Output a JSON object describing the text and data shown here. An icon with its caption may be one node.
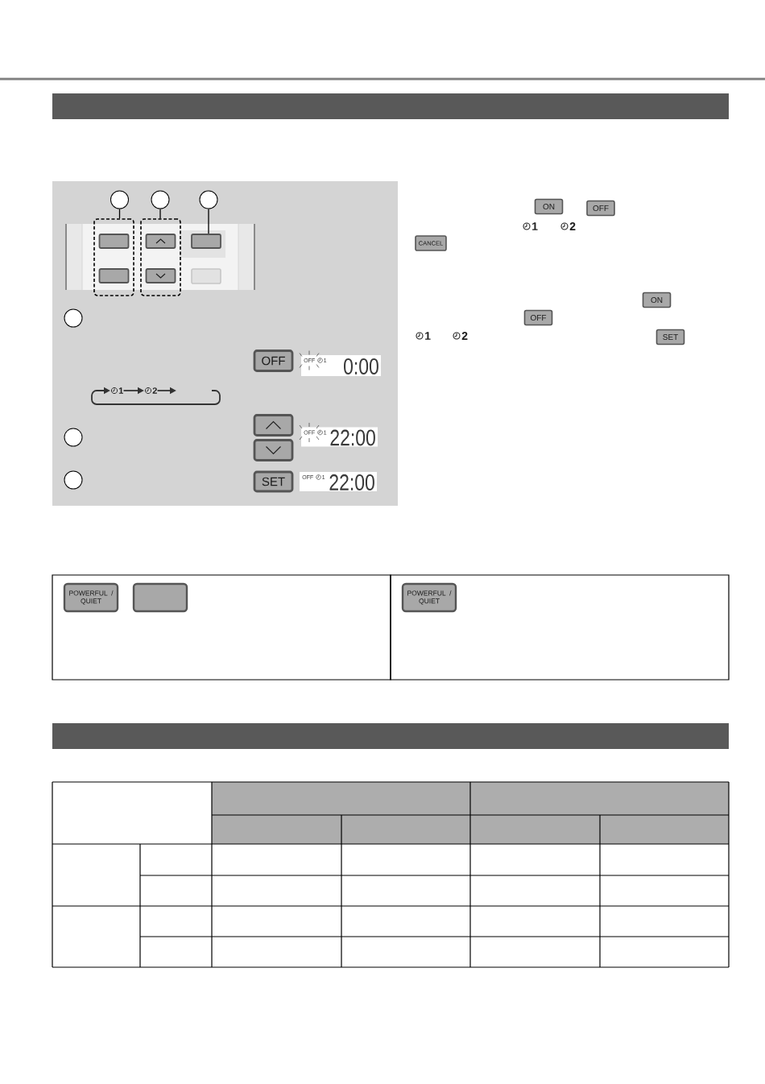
{
  "diagram": {
    "nodes": [
      {
        "text": [],
        "shape": "bar"
      },
      {
        "text": [],
        "shape": "circle"
      },
      {
        "text": [],
        "shape": "circle"
      },
      {
        "text": [],
        "shape": "circle"
      },
      {
        "text": [],
        "shape": "box"
      },
      {
        "text": [],
        "shape": "box",
        "in": 4
      },
      {
        "text": [],
        "shape": "box",
        "in": 4
      },
      {
        "text": [],
        "shape": "box"
      },
      {
        "text": [],
        "shape": "box",
        "in": 7
      },
      {
        "text": [],
        "shape": "box",
        "in": 7
      },
      {
        "text": [],
        "shape": "box"
      },
      {
        "text": [],
        "shape": "box"
      },
      {
        "text": [],
        "shape": "circle"
      },
      {
        "text": [
          "OFF"
        ]
      },
      {
        "text": [
          "OFF",
          "1",
          "0:00"
        ]
      },
      {
        "text": [
          "1"
        ]
      },
      {
        "text": [
          "2"
        ]
      },
      {
        "text": [],
        "shape": "circle"
      },
      {
        "text": [],
        "shape": "box"
      },
      {
        "text": [],
        "shape": "box"
      },
      {
        "text": [
          "OFF",
          "1",
          "22:00"
        ]
      },
      {
        "text": [],
        "shape": "circle"
      },
      {
        "text": [
          "SET"
        ]
      },
      {
        "text": [
          "OFF",
          "1",
          "22:00"
        ]
      },
      {
        "text": [
          "ON"
        ]
      },
      {
        "text": [
          "OFF"
        ]
      },
      {
        "text": [
          "CANCEL"
        ]
      },
      {
        "text": [
          "ON"
        ]
      },
      {
        "text": [
          "OFF"
        ]
      },
      {
        "text": [
          "SET"
        ]
      },
      {
        "text": [],
        "shape": "box"
      },
      {
        "text": [
          "POWERFUL / QUIET"
        ],
        "in": 30
      },
      {
        "text": [],
        "shape": "box",
        "in": 30
      },
      {
        "text": [],
        "shape": "box"
      },
      {
        "text": [
          "POWERFUL / QUIET"
        ],
        "in": 33
      },
      {
        "text": [],
        "shape": "bar"
      }
    ],
    "edges": [
      {
        "from": 1,
        "to": 4,
        "arrow": "none"
      },
      {
        "from": 2,
        "to": 7,
        "arrow": "none"
      },
      {
        "from": 3,
        "to": 10,
        "arrow": "none"
      },
      {
        "from": null,
        "to": 15,
        "arrow": "to"
      },
      {
        "from": 15,
        "to": 16,
        "arrow": "to"
      },
      {
        "from": 16,
        "to": null,
        "arrow": "to"
      }
    ],
    "labels": [
      "1",
      "2",
      "1",
      "2"
    ]
  }
}
